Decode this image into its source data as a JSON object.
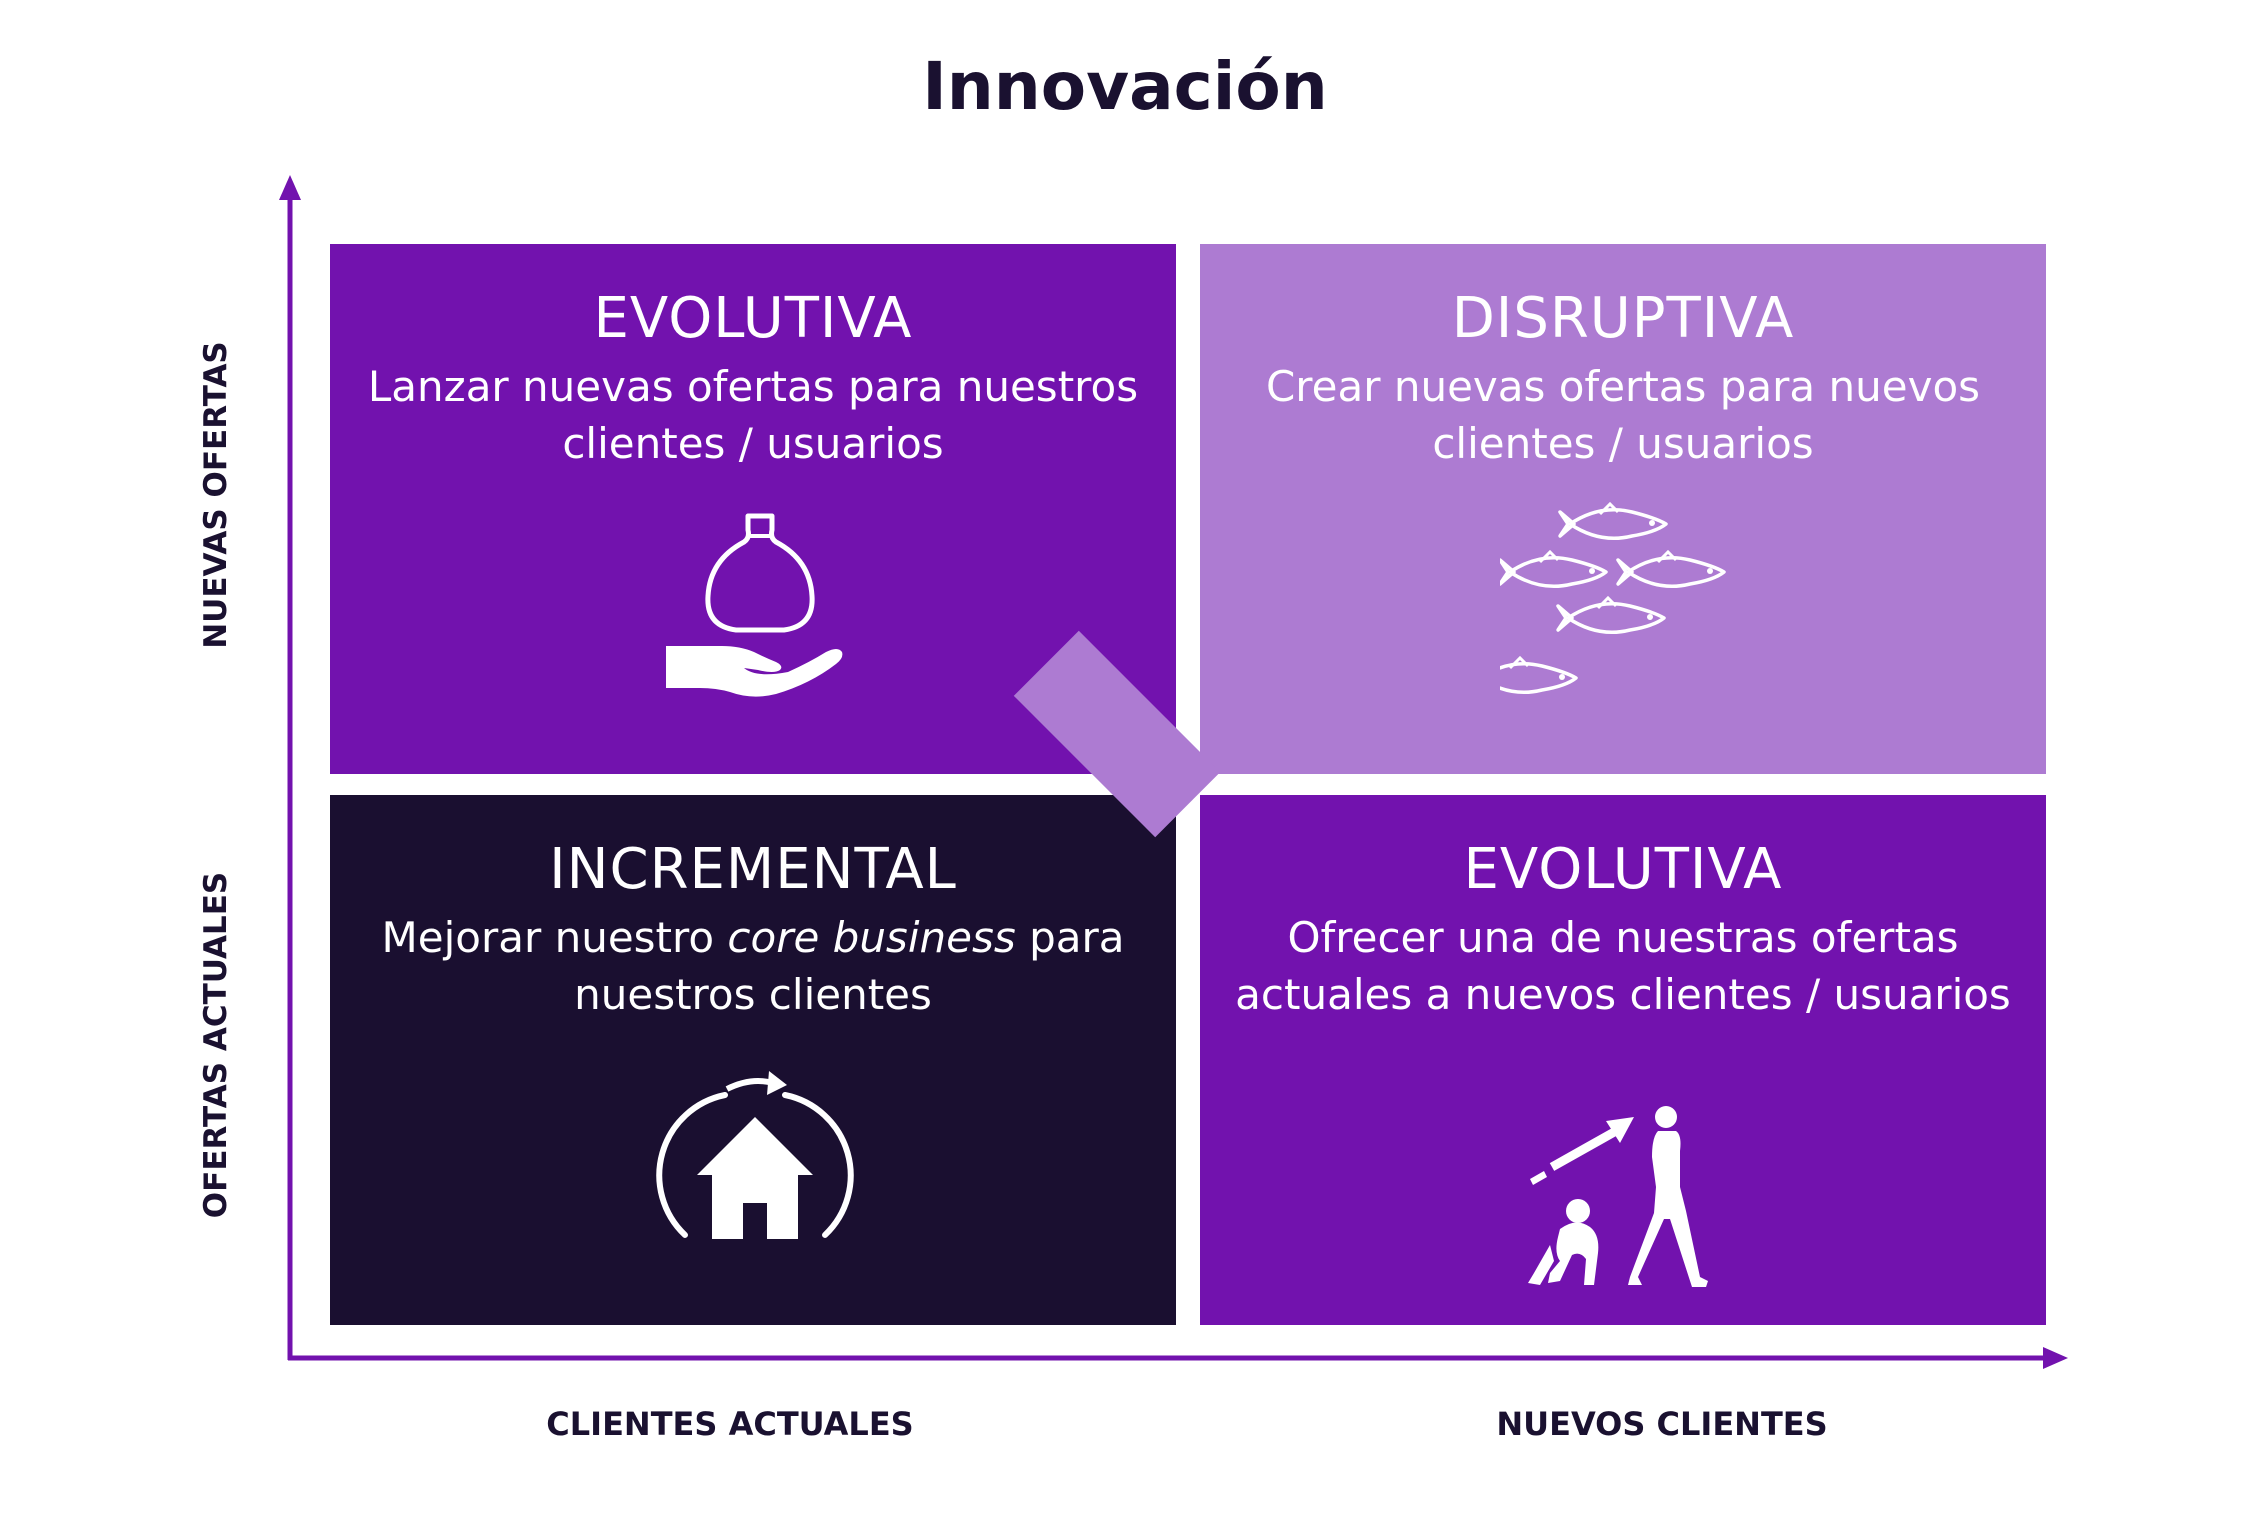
{
  "title": "Innovación",
  "colors": {
    "dark_purple": "#7212ae",
    "light_purple": "#ad7bd2",
    "dark_navy": "#1a0f30",
    "axis": "#7212ae",
    "text_dark": "#1a1130"
  },
  "axes": {
    "y_top_label": "NUEVAS OFERTAS",
    "y_bottom_label": "OFERTAS ACTUALES",
    "x_left_label": "CLIENTES ACTUALES",
    "x_right_label": "NUEVOS CLIENTES"
  },
  "quadrants": {
    "top_left": {
      "title": "EVOLUTIVA",
      "description": "Lanzar nuevas ofertas para nuestros clientes / usuarios",
      "icon": "money-bag-hand-icon"
    },
    "top_right": {
      "title": "DISRUPTIVA",
      "description": "Crear nuevas ofertas para nuevos clientes / usuarios",
      "icon": "fish-school-icon"
    },
    "bottom_left": {
      "title": "INCREMENTAL",
      "description_before": "Mejorar nuestro ",
      "description_em": "core business",
      "description_after": " para nuestros clientes",
      "icon": "home-cycle-icon"
    },
    "bottom_right": {
      "title": "EVOLUTIVA",
      "description": "Ofrecer una de nuestras ofertas actuales a nuevos clientes / usuarios",
      "icon": "human-evolution-icon"
    }
  }
}
